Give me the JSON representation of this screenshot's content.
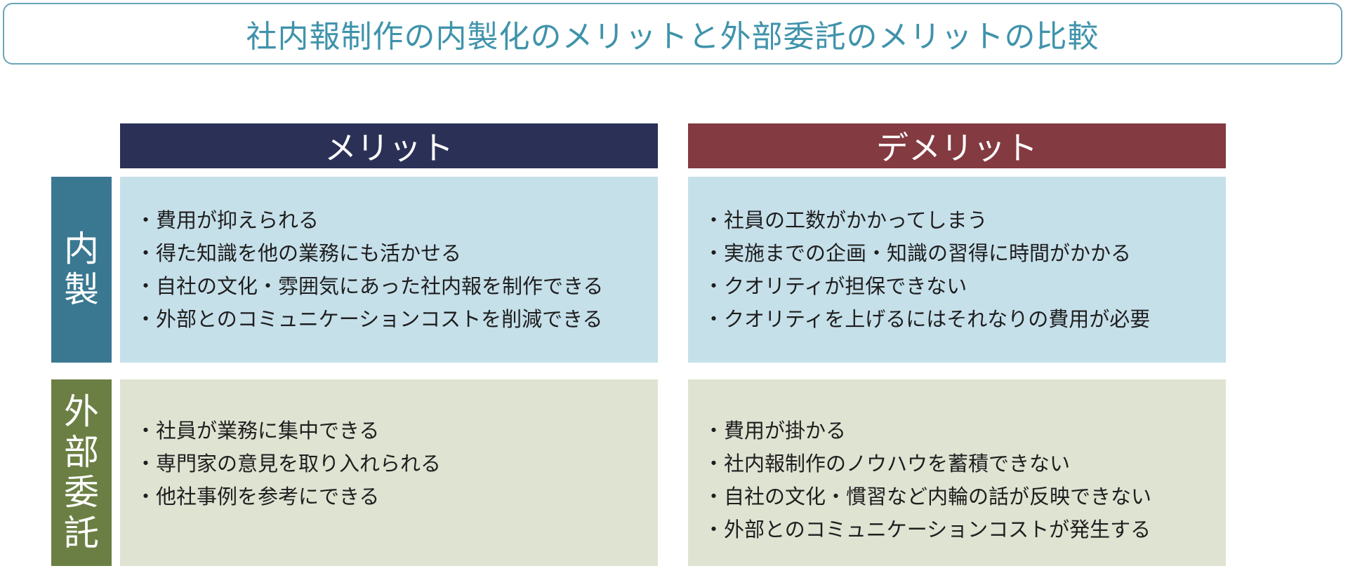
{
  "title": "社内報制作の内製化のメリットと外部委託のメリットの比較",
  "headers": {
    "merit": "メリット",
    "demerit": "デメリット"
  },
  "rows": [
    {
      "label": [
        "内",
        "製"
      ],
      "merits": [
        "・費用が抑えられる",
        "・得た知識を他の業務にも活かせる",
        "・自社の文化・雰囲気にあった社内報を制作できる",
        "・外部とのコミュニケーションコストを削減できる"
      ],
      "demerits": [
        "・社員の工数がかかってしまう",
        "・実施までの企画・知識の習得に時間がかかる",
        "・クオリティが担保できない",
        "・クオリティを上げるにはそれなりの費用が必要"
      ]
    },
    {
      "label": [
        "外",
        "部",
        "委",
        "託"
      ],
      "merits": [
        "・社員が業務に集中できる",
        "・専門家の意見を取り入れられる",
        "・他社事例を参考にできる"
      ],
      "demerits": [
        "・費用が掛かる",
        "・社内報制作のノウハウを蓄積できない",
        "・自社の文化・慣習など内輪の話が反映できない",
        "・外部とのコミュニケーションコストが発生する"
      ]
    }
  ],
  "colors": {
    "merit_header": "#2b3156",
    "demerit_header": "#833a40",
    "row1_label": "#3a7891",
    "row2_label": "#6b7f44",
    "row1_cell": "#c6e0ea",
    "row2_cell": "#dfe3d2",
    "title": "#3f93ab"
  }
}
